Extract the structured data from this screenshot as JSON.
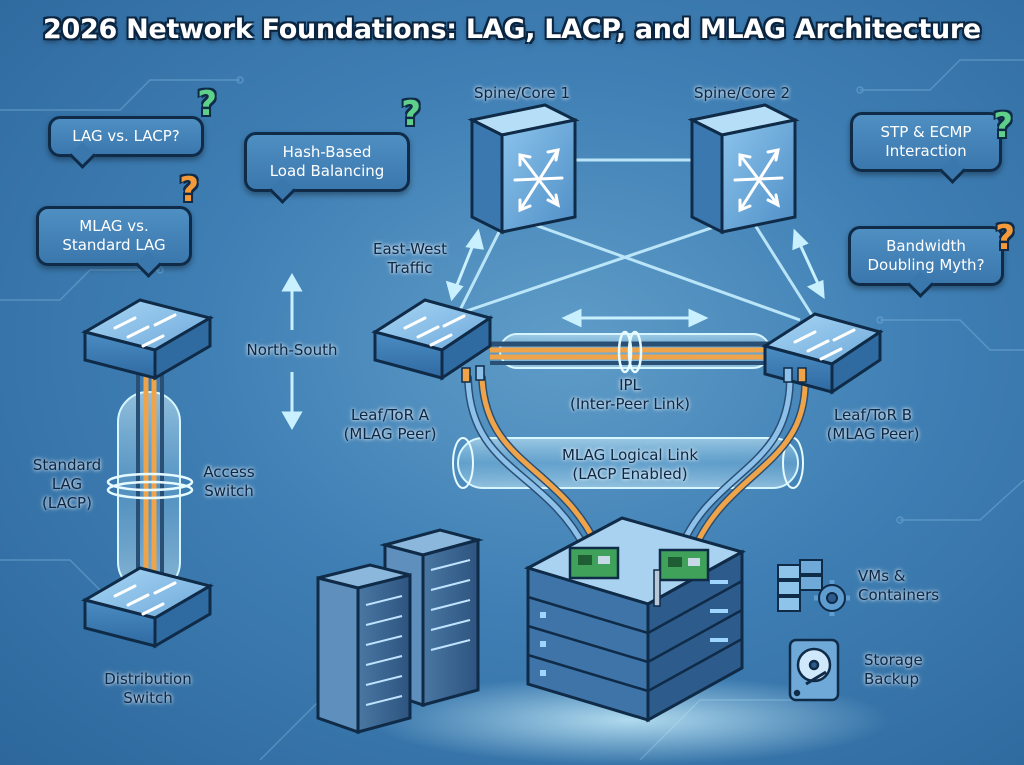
{
  "title": "2026 Network Foundations: LAG, LACP, and MLAG Architecture",
  "bubbles": {
    "lag_vs_lacp": "LAG vs. LACP?",
    "hash_line1": "Hash-Based",
    "hash_line2": "Load Balancing",
    "mlag_line1": "MLAG vs.",
    "mlag_line2": "Standard LAG",
    "stp_line1": "STP & ECMP",
    "stp_line2": "Interaction",
    "bw_line1": "Bandwidth",
    "bw_line2": "Doubling Myth?",
    "question_mark": "?"
  },
  "labels": {
    "spine1": "Spine/Core 1",
    "spine2": "Spine/Core 2",
    "eastwest_line1": "East-West",
    "eastwest_line2": "Traffic",
    "northsouth": "North-South",
    "leafA_line1": "Leaf/ToR A",
    "leafA_line2": "(MLAG Peer)",
    "leafB_line1": "Leaf/ToR B",
    "leafB_line2": "(MLAG Peer)",
    "ipl_line1": "IPL",
    "ipl_line2": "(Inter-Peer Link)",
    "mlag_link_line1": "MLAG Logical Link",
    "mlag_link_line2": "(LACP Enabled)",
    "std_lag_line1": "Standard",
    "std_lag_line2": "LAG",
    "std_lag_line3": "(LACP)",
    "access_line1": "Access",
    "access_line2": "Switch",
    "dist_line1": "Distribution",
    "dist_line2": "Switch",
    "vms_line1": "VMs &",
    "vms_line2": "Containers",
    "storage_line1": "Storage",
    "storage_line2": "Backup"
  },
  "colors": {
    "switch_top": "#8fc4ea",
    "switch_side": "#3f7fb8",
    "outline": "#0f2b47",
    "cable_orange": "#f0a44a",
    "cable_blue": "#8ec1ea",
    "glow": "#b8ecff",
    "q_green": "#5fd08a",
    "q_orange": "#f49a3a"
  }
}
